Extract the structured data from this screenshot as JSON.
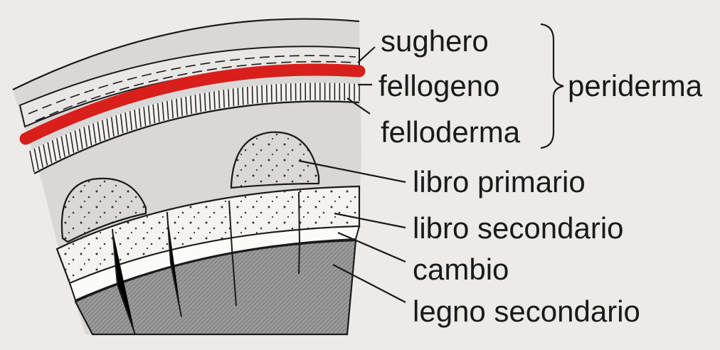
{
  "labels": {
    "sughero": "sughero",
    "fellogeno": "fellogeno",
    "felloderma": "felloderma",
    "periderma": "periderma",
    "libro_primario": "libro primario",
    "libro_secondario": "libro secondario",
    "cambio": "cambio",
    "legno_secondario": "legno secondario"
  },
  "colors": {
    "background": "#ecebe9",
    "fellogeno_band": "#d81f1c",
    "ink": "#1a1a1a",
    "wood_shade": "#8e8e8e",
    "phloem_fill": "#f4f3f1"
  }
}
